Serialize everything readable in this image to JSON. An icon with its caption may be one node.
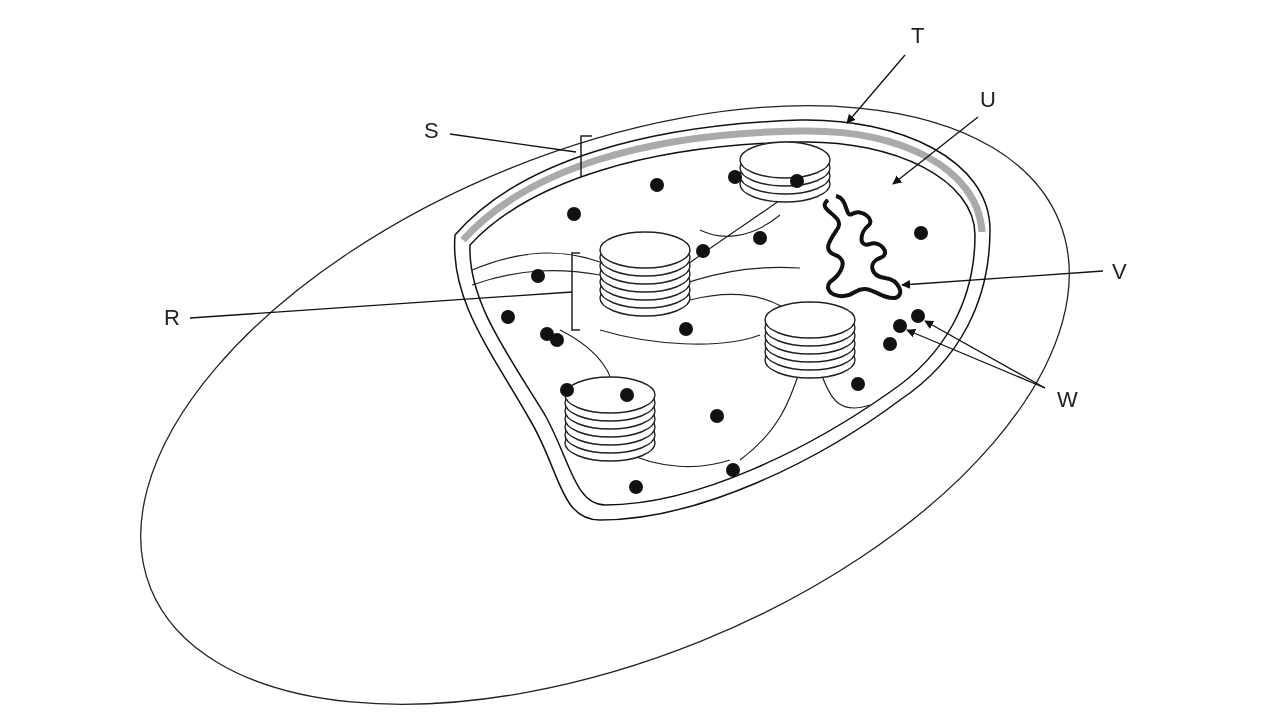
{
  "diagram": {
    "nodes": [
      {
        "text": [
          "T"
        ]
      },
      {
        "text": [
          "U"
        ]
      },
      {
        "text": [
          "S"
        ]
      },
      {
        "text": [
          "V"
        ]
      },
      {
        "text": [
          "R"
        ]
      },
      {
        "text": [
          "W"
        ]
      },
      {
        "text": [],
        "shape": "picture"
      },
      {
        "text": [],
        "shape": "picture",
        "in": 6
      },
      {
        "text": [],
        "shape": "picture",
        "in": 7
      },
      {
        "text": [],
        "shape": "picture",
        "in": 7
      },
      {
        "text": [],
        "shape": "circle",
        "in": 7
      },
      {
        "text": [],
        "shape": "circle",
        "in": 7
      },
      {
        "text": [],
        "shape": "circle",
        "in": 7
      },
      {
        "text": [],
        "shape": "circle",
        "in": 7
      },
      {
        "text": [],
        "shape": "circle",
        "in": 7
      },
      {
        "text": [],
        "shape": "circle",
        "in": 7
      },
      {
        "text": [],
        "shape": "circle",
        "in": 7
      },
      {
        "text": [],
        "shape": "circle",
        "in": 7
      },
      {
        "text": [],
        "shape": "circle",
        "in": 7
      },
      {
        "text": [],
        "shape": "circle",
        "in": 7
      },
      {
        "text": [],
        "shape": "circle",
        "in": 7
      },
      {
        "text": [],
        "shape": "circle",
        "in": 7
      },
      {
        "text": [],
        "shape": "circle",
        "in": 7
      },
      {
        "text": [],
        "shape": "circle",
        "in": 7
      },
      {
        "text": [],
        "shape": "circle",
        "in": 7
      },
      {
        "text": [],
        "shape": "circle",
        "in": 7
      },
      {
        "text": [],
        "shape": "circle",
        "in": 7
      },
      {
        "text": [],
        "shape": "circle",
        "in": 7
      },
      {
        "text": [],
        "shape": "circle",
        "in": 7
      },
      {
        "text": [],
        "shape": "circle",
        "in": 7
      },
      {
        "text": [],
        "shape": "circle",
        "in": 7
      }
    ],
    "edges": [
      {
        "from": 0,
        "to": 6,
        "arrow": "to"
      },
      {
        "from": 1,
        "to": 7,
        "arrow": "to"
      },
      {
        "from": 2,
        "to": 6,
        "arrow": "none"
      },
      {
        "from": 3,
        "to": 9,
        "arrow": "to"
      },
      {
        "from": 4,
        "to": 8,
        "arrow": "none"
      },
      {
        "from": 5,
        "to": 29,
        "arrow": "to"
      },
      {
        "from": 5,
        "to": 28,
        "arrow": "to"
      }
    ]
  }
}
